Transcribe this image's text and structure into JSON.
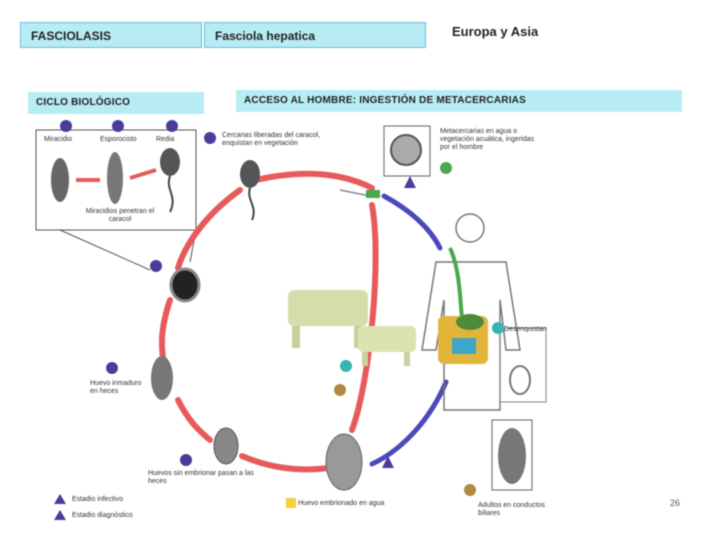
{
  "header": {
    "title": "FASCIOLASIS",
    "subtitle": "Fasciola hepatica",
    "region": "Europa  y Asia"
  },
  "sections": {
    "cycle": "CICLO BIOLÓGICO",
    "access": "ACCESO AL HOMBRE: INGESTIÓN DE METACERCARIAS"
  },
  "labels": {
    "redia_stages": [
      "Miracidio",
      "Esporocisto",
      "Redia"
    ],
    "cercaria_note": "Cercarias liberadas del caracol, enquistan en vegetación",
    "metacercaria_note": "Metacercarias en agua o vegetación acuática, ingeridas por el hombre",
    "excyst_note": "Desenquistan",
    "adult_note": "Adultos en conductos biliares",
    "egg_embryo_note": "Huevo embrionado en agua",
    "immature_egg_note": "Huevo inmaduro en heces",
    "shed_note": "Huevos sin embrionar pasan a las heces",
    "snail_note": "Miracidios penetran el caracol"
  },
  "legend": {
    "items": [
      {
        "label": "Estadio infectivo",
        "color": "#4b3b9a"
      },
      {
        "label": "Estadio diagnóstico",
        "color": "#4b3b9a"
      }
    ]
  },
  "page_number": "26",
  "colors": {
    "header_bg": "#b8ecf5",
    "cycle_red": "#e85a5a",
    "cycle_blue": "#4a4ab8",
    "marker_purple": "#4b3b9a",
    "marker_teal": "#36b3b3",
    "marker_green": "#4aa84a",
    "marker_gold": "#b08a40",
    "marker_yellow": "#f2d43a"
  }
}
